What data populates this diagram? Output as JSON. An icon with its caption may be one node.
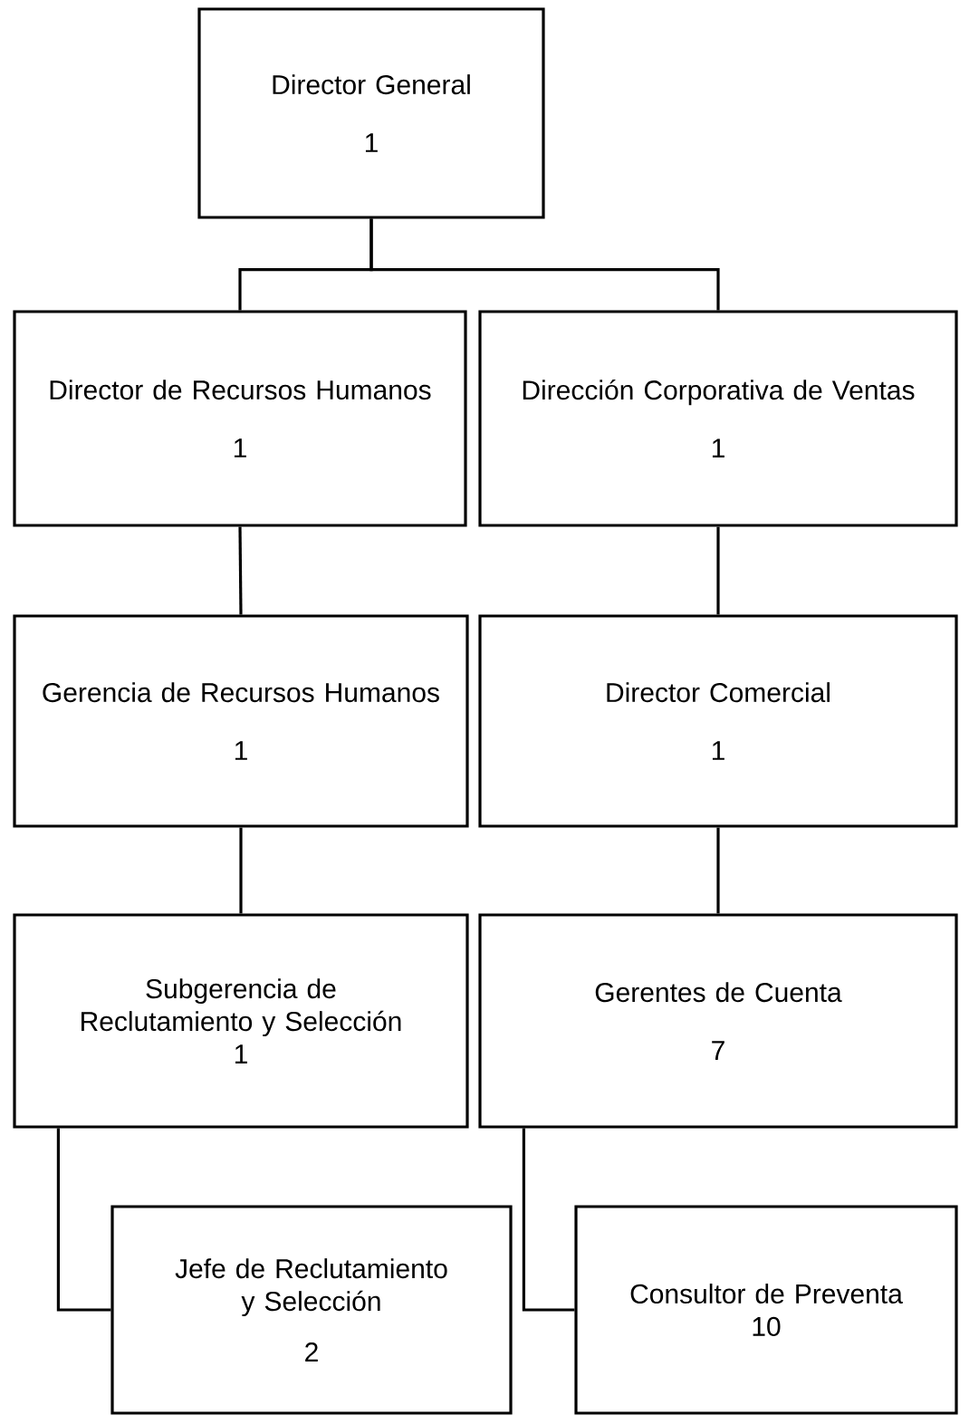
{
  "diagram": {
    "nodes": [
      {
        "text": [
          "Director General",
          "1"
        ]
      },
      {
        "text": [
          "Director de Recursos Humanos",
          "1"
        ]
      },
      {
        "text": [
          "Dirección Corporativa de Ventas",
          "1"
        ]
      },
      {
        "text": [
          "Gerencia de Recursos Humanos",
          "1"
        ]
      },
      {
        "text": [
          "Director Comercial",
          "1"
        ]
      },
      {
        "text": [
          "Subgerencia de Reclutamiento y Selección",
          "1"
        ]
      },
      {
        "text": [
          "Gerentes de Cuenta",
          "7"
        ]
      },
      {
        "text": [
          "Jefe de Reclutamiento y Selección",
          "2"
        ]
      },
      {
        "text": [
          "Consultor de Preventa",
          "10"
        ]
      }
    ],
    "edges": [
      {
        "from": 0,
        "to": 1,
        "arrow": "none"
      },
      {
        "from": 0,
        "to": 2,
        "arrow": "none"
      },
      {
        "from": 1,
        "to": 3,
        "arrow": "none"
      },
      {
        "from": 2,
        "to": 4,
        "arrow": "none"
      },
      {
        "from": 3,
        "to": 5,
        "arrow": "none"
      },
      {
        "from": 4,
        "to": 6,
        "arrow": "none"
      },
      {
        "from": 5,
        "to": 7,
        "arrow": "none"
      },
      {
        "from": 6,
        "to": 8,
        "arrow": "none"
      }
    ]
  }
}
